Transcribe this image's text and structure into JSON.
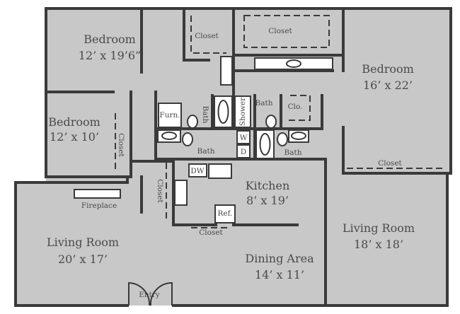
{
  "rooms": {
    "bedroom_nw": {
      "name": "Bedroom",
      "size": "12’ x 19’6”"
    },
    "bedroom_ne": {
      "name": "Bedroom",
      "size": "16’ x 22’"
    },
    "bedroom_w": {
      "name": "Bedroom",
      "size": "12’ x 10’"
    },
    "kitchen": {
      "name": "Kitchen",
      "size": "8’ x 19’"
    },
    "living_w": {
      "name": "Living Room",
      "size": "20’ x 17’"
    },
    "dining": {
      "name": "Dining Area",
      "size": "14’ x 11’"
    },
    "living_e": {
      "name": "Living Room",
      "size": "18’ x 18’"
    }
  },
  "labels": {
    "closet_top_left": "Closet",
    "closet_top_right": "Closet",
    "closet_bedroom_w": "Closet",
    "closet_ne": "Closet",
    "closet_hall": "Closet",
    "closet_dining": "Closet",
    "furnace": "Furn.",
    "bath_1": "Bath",
    "shower": "Shower",
    "bath_2": "Bath",
    "clo": "Clo.",
    "washer": "W",
    "dryer": "D",
    "bath_3": "Bath",
    "bath_4": "Bath",
    "dishwasher": "DW",
    "refrigerator": "Ref.",
    "fireplace": "Fireplace",
    "entry": "Entry"
  },
  "colors": {
    "floor": "#c8c8c8",
    "wall": "#3a3a3a",
    "fixture": "#ffffff"
  }
}
